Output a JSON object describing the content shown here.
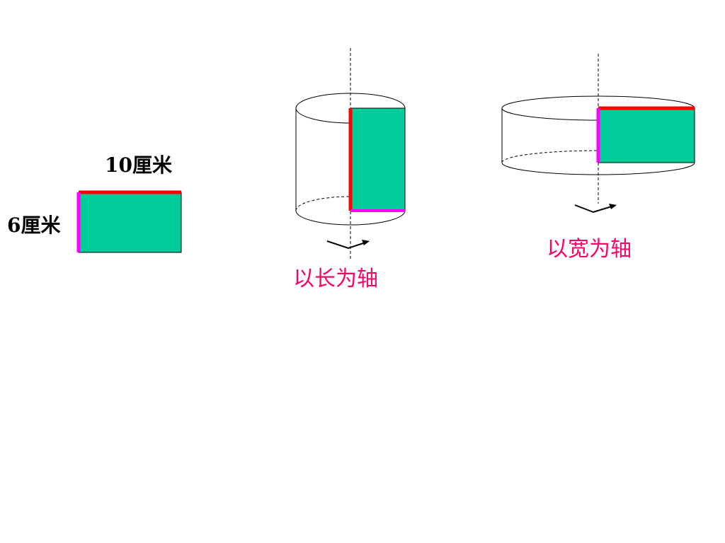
{
  "labels": {
    "length": "10厘米",
    "width": "6厘米",
    "rotate_about_length": "以长为轴",
    "rotate_about_width": "以宽为轴"
  },
  "colors": {
    "rectangle_fill": "#00cc99",
    "length_edge": "#ff0000",
    "width_edge": "#ff00ff",
    "caption": "#ff0066",
    "outline": "#000000"
  }
}
